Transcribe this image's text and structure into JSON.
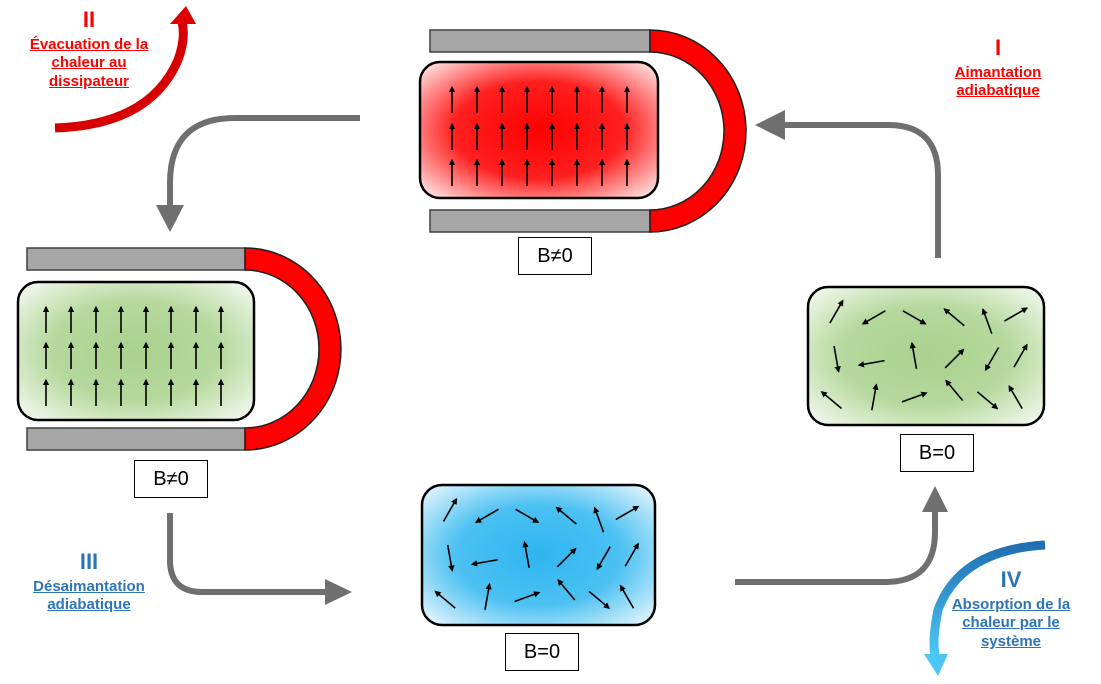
{
  "stages": [
    {
      "id": "I",
      "num": "I",
      "text": [
        "Aimantation",
        "adiabatique"
      ],
      "color": "#ff0000"
    },
    {
      "id": "II",
      "num": "II",
      "text": [
        "Évacuation de la",
        "chaleur au",
        "dissipateur"
      ],
      "color": "#ff0000"
    },
    {
      "id": "III",
      "num": "III",
      "text": [
        "Désaimantation",
        "adiabatique"
      ],
      "color": "#2e75b6"
    },
    {
      "id": "IV",
      "num": "IV",
      "text": [
        "Absorption de la",
        "chaleur par le",
        "système"
      ],
      "color": "#2e75b6"
    }
  ],
  "field_labels": {
    "top": "B≠0",
    "left": "B≠0",
    "bottom": "B=0",
    "right": "B=0"
  },
  "colors": {
    "hot": "#ff0000",
    "ambient": "#a9d18e",
    "cold": "#2fb5f0",
    "magnet_core": "#a6a6a6",
    "magnet_yoke": "#ff0000",
    "flow_arrow": "#6f6f6f"
  },
  "samples": [
    {
      "id": "top",
      "fill": "hot",
      "orientation": "aligned"
    },
    {
      "id": "left",
      "fill": "ambient",
      "orientation": "aligned"
    },
    {
      "id": "bottom",
      "fill": "cold",
      "orientation": "random"
    },
    {
      "id": "right",
      "fill": "ambient",
      "orientation": "random"
    }
  ]
}
